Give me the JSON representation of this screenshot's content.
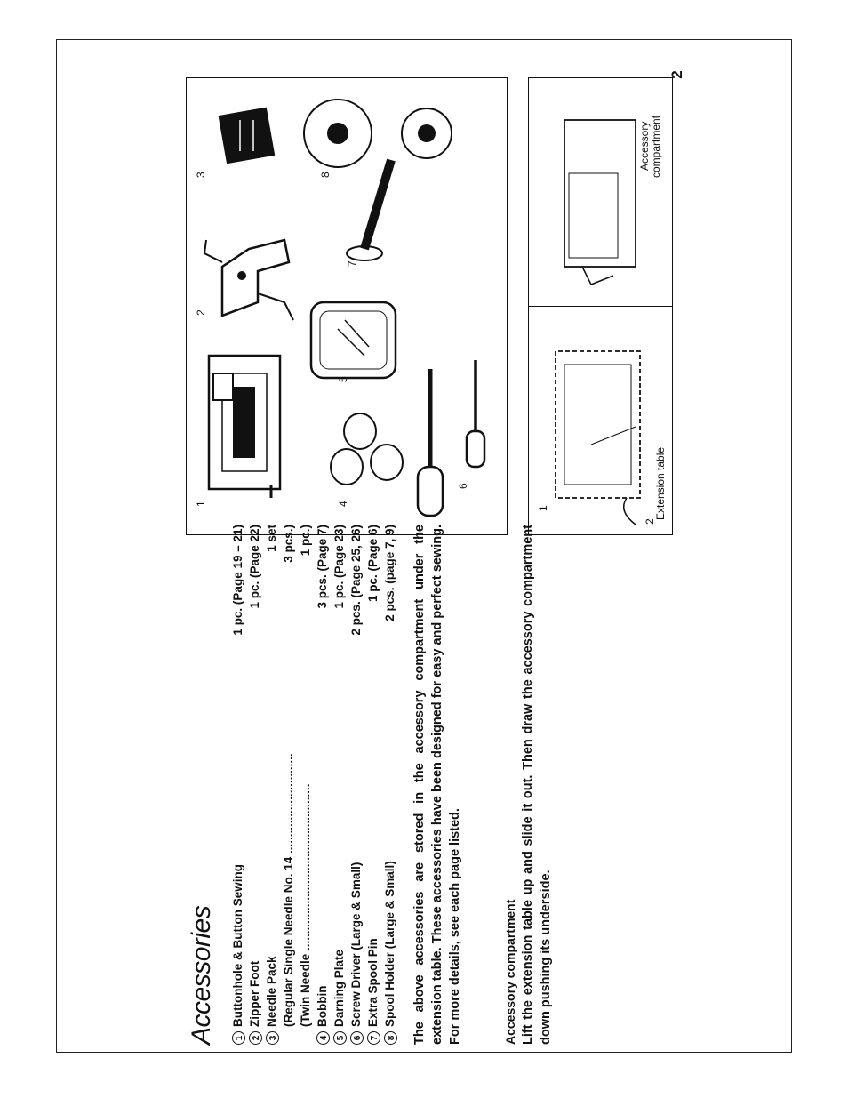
{
  "page_number": "2",
  "title": "Accessories",
  "items": [
    {
      "num": "1",
      "label": "Buttonhole & Button Sewing",
      "qty": "1 pc. (Page 19 – 21)"
    },
    {
      "num": "2",
      "label": "Zipper Foot",
      "qty": "1 pc. (Page 22)"
    },
    {
      "num": "3",
      "label": "Needle Pack",
      "qty": "1 set"
    },
    {
      "num": "",
      "label": "(Regular Single Needle No. 14 ..............................",
      "qty": "3 pcs.)"
    },
    {
      "num": "",
      "label": "(Twin Needle ..................................................",
      "qty": "1 pc.)"
    },
    {
      "num": "4",
      "label": "Bobbin",
      "qty": "3 pcs. (Page 7)"
    },
    {
      "num": "5",
      "label": "Darning Plate",
      "qty": "1 pc. (Page 23)"
    },
    {
      "num": "6",
      "label": "Screw Driver (Large & Small)",
      "qty": "2 pcs. (Page 25, 26)"
    },
    {
      "num": "7",
      "label": "Extra Spool Pin",
      "qty": "1 pc. (Page 6)"
    },
    {
      "num": "8",
      "label": "Spool Holder (Large & Small)",
      "qty": "2 pcs. (page 7, 9)"
    }
  ],
  "intro_text": "The above accessories are stored in the accessory compartment under the extension table. These accessories have been designed for easy and perfect sewing. For more details, see each page listed.",
  "compartment": {
    "heading": "Accessory compartment",
    "text": "Lift the extension table up and slide it out. Then draw the accessory compartment down pushing its underside."
  },
  "figure_labels": {
    "extension_table": "Extension table",
    "accessory_compartment_line1": "Accessory",
    "accessory_compartment_line2": "compartment",
    "step1": "1",
    "step2": "2"
  },
  "figure_numbers": [
    "1",
    "2",
    "3",
    "4",
    "5",
    "6",
    "7",
    "8"
  ]
}
